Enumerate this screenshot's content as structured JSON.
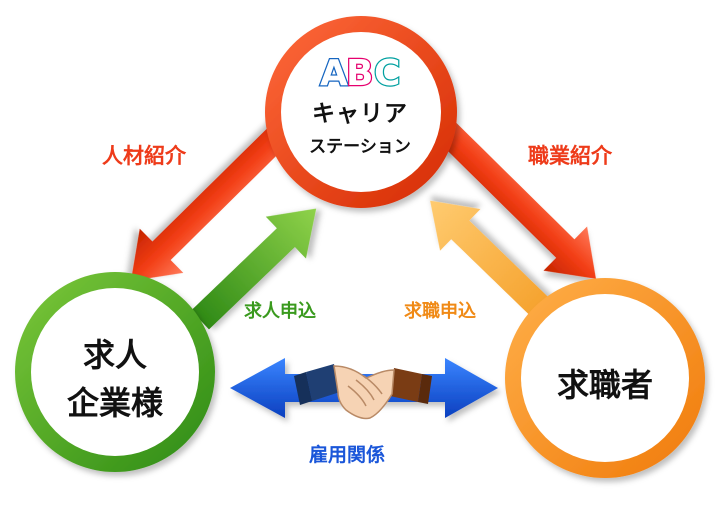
{
  "nodes": {
    "top": {
      "logo_text": "ABC",
      "line1": "キャリア",
      "line2": "ステーション"
    },
    "left": {
      "line1": "求人",
      "line2": "企業様"
    },
    "right": {
      "label": "求職者"
    }
  },
  "arrows": {
    "introduce_talent": "人材紹介",
    "introduce_job": "職業紹介",
    "job_offer_application": "求人申込",
    "job_seek_application": "求職申込",
    "employment_relationship": "雇用関係"
  },
  "colors": {
    "red": "#ee3b1a",
    "green": "#3a9a1e",
    "orange": "#f08a16",
    "blue": "#1a56d9",
    "logo_a": "#1565c0",
    "logo_b": "#e6006e",
    "logo_c": "#00a0a0"
  }
}
